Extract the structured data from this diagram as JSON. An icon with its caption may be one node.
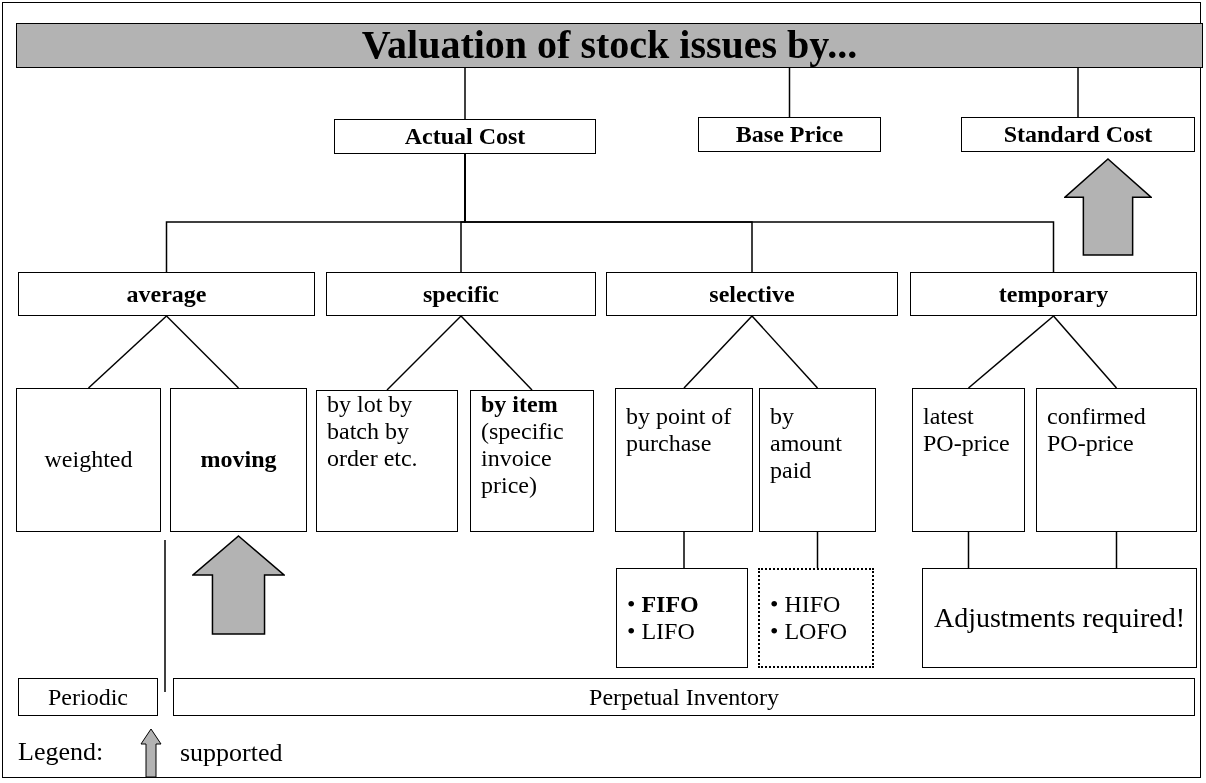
{
  "diagram": {
    "nodes": [
      {
        "text": [
          "Valuation of stock issues by..."
        ]
      },
      {
        "text": [
          "Actual Cost"
        ]
      },
      {
        "text": [
          "Base Price"
        ]
      },
      {
        "text": [
          "Standard Cost"
        ]
      },
      {
        "text": [
          "average"
        ]
      },
      {
        "text": [
          "specific"
        ]
      },
      {
        "text": [
          "selective"
        ]
      },
      {
        "text": [
          "temporary"
        ]
      },
      {
        "text": [
          "weighted"
        ]
      },
      {
        "text": [
          "moving"
        ]
      },
      {
        "text": [
          "by lot by batch by order etc."
        ]
      },
      {
        "text": [
          "**by item** (specific invoice price)"
        ]
      },
      {
        "text": [
          "by point of purchase"
        ]
      },
      {
        "text": [
          "by amount paid"
        ]
      },
      {
        "text": [
          "latest PO-price"
        ]
      },
      {
        "text": [
          "confirmed PO-price"
        ]
      },
      {
        "text": [
          "• **FIFO**",
          "• LIFO"
        ]
      },
      {
        "text": [
          "• HIFO",
          "• LOFO"
        ]
      },
      {
        "text": [
          "Adjustments required!"
        ]
      },
      {
        "text": [
          "Periodic"
        ]
      },
      {
        "text": [
          "Perpetual Inventory"
        ]
      },
      {
        "text": [],
        "shape": "arrow"
      },
      {
        "text": [],
        "shape": "arrow"
      }
    ],
    "edges": [
      {
        "from": 0,
        "to": 1,
        "arrow": "none"
      },
      {
        "from": 0,
        "to": 2,
        "arrow": "none"
      },
      {
        "from": 0,
        "to": 3,
        "arrow": "none"
      },
      {
        "from": 1,
        "to": 4,
        "arrow": "none"
      },
      {
        "from": 1,
        "to": 5,
        "arrow": "none"
      },
      {
        "from": 1,
        "to": 6,
        "arrow": "none"
      },
      {
        "from": 1,
        "to": 7,
        "arrow": "none"
      },
      {
        "from": 4,
        "to": 8,
        "arrow": "none"
      },
      {
        "from": 4,
        "to": 9,
        "arrow": "none"
      },
      {
        "from": 5,
        "to": 10,
        "arrow": "none"
      },
      {
        "from": 5,
        "to": 11,
        "arrow": "none"
      },
      {
        "from": 6,
        "to": 12,
        "arrow": "none"
      },
      {
        "from": 6,
        "to": 13,
        "arrow": "none"
      },
      {
        "from": 7,
        "to": 14,
        "arrow": "none"
      },
      {
        "from": 7,
        "to": 15,
        "arrow": "none"
      },
      {
        "from": 12,
        "to": 16,
        "arrow": "none"
      },
      {
        "from": 13,
        "to": 17,
        "arrow": "none"
      },
      {
        "from": 14,
        "to": 18,
        "arrow": "none"
      },
      {
        "from": 15,
        "to": 18,
        "arrow": "none"
      }
    ],
    "labels": [
      "Legend:"
    ],
    "legend": [
      {
        "text": "supported"
      }
    ]
  }
}
